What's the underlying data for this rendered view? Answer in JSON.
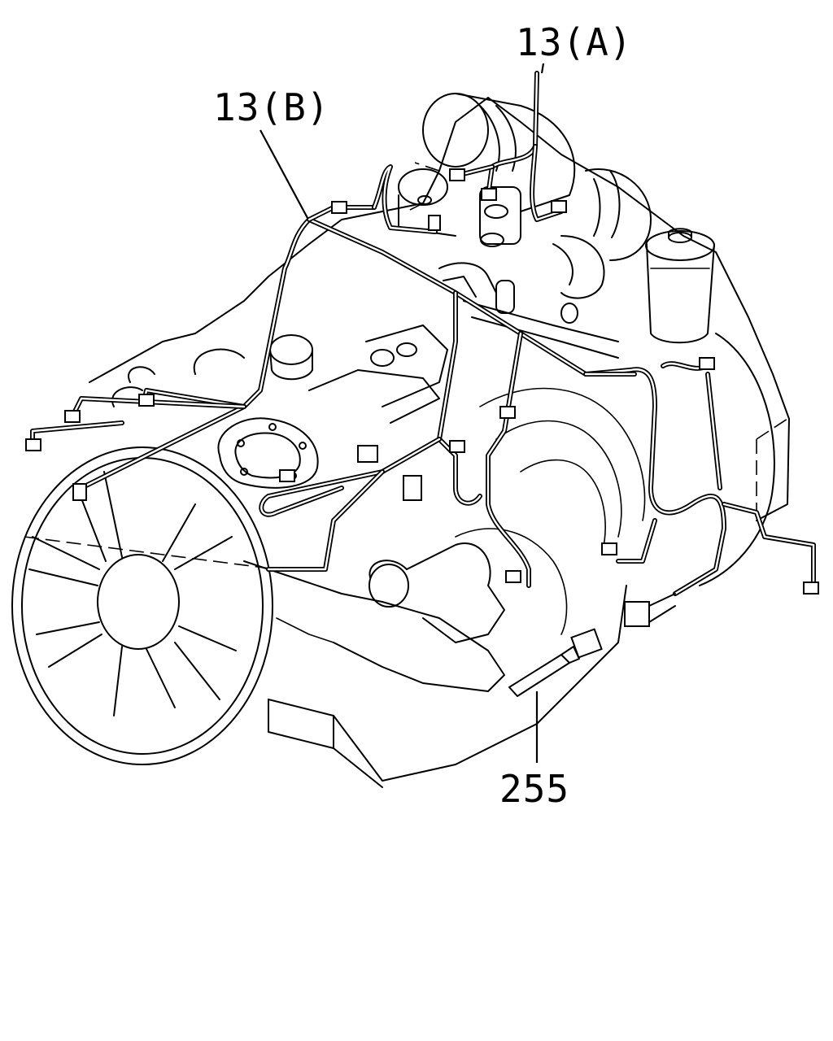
{
  "callouts": {
    "harness_a": "13(A)",
    "harness_b": "13(B)",
    "sensor": "255"
  }
}
